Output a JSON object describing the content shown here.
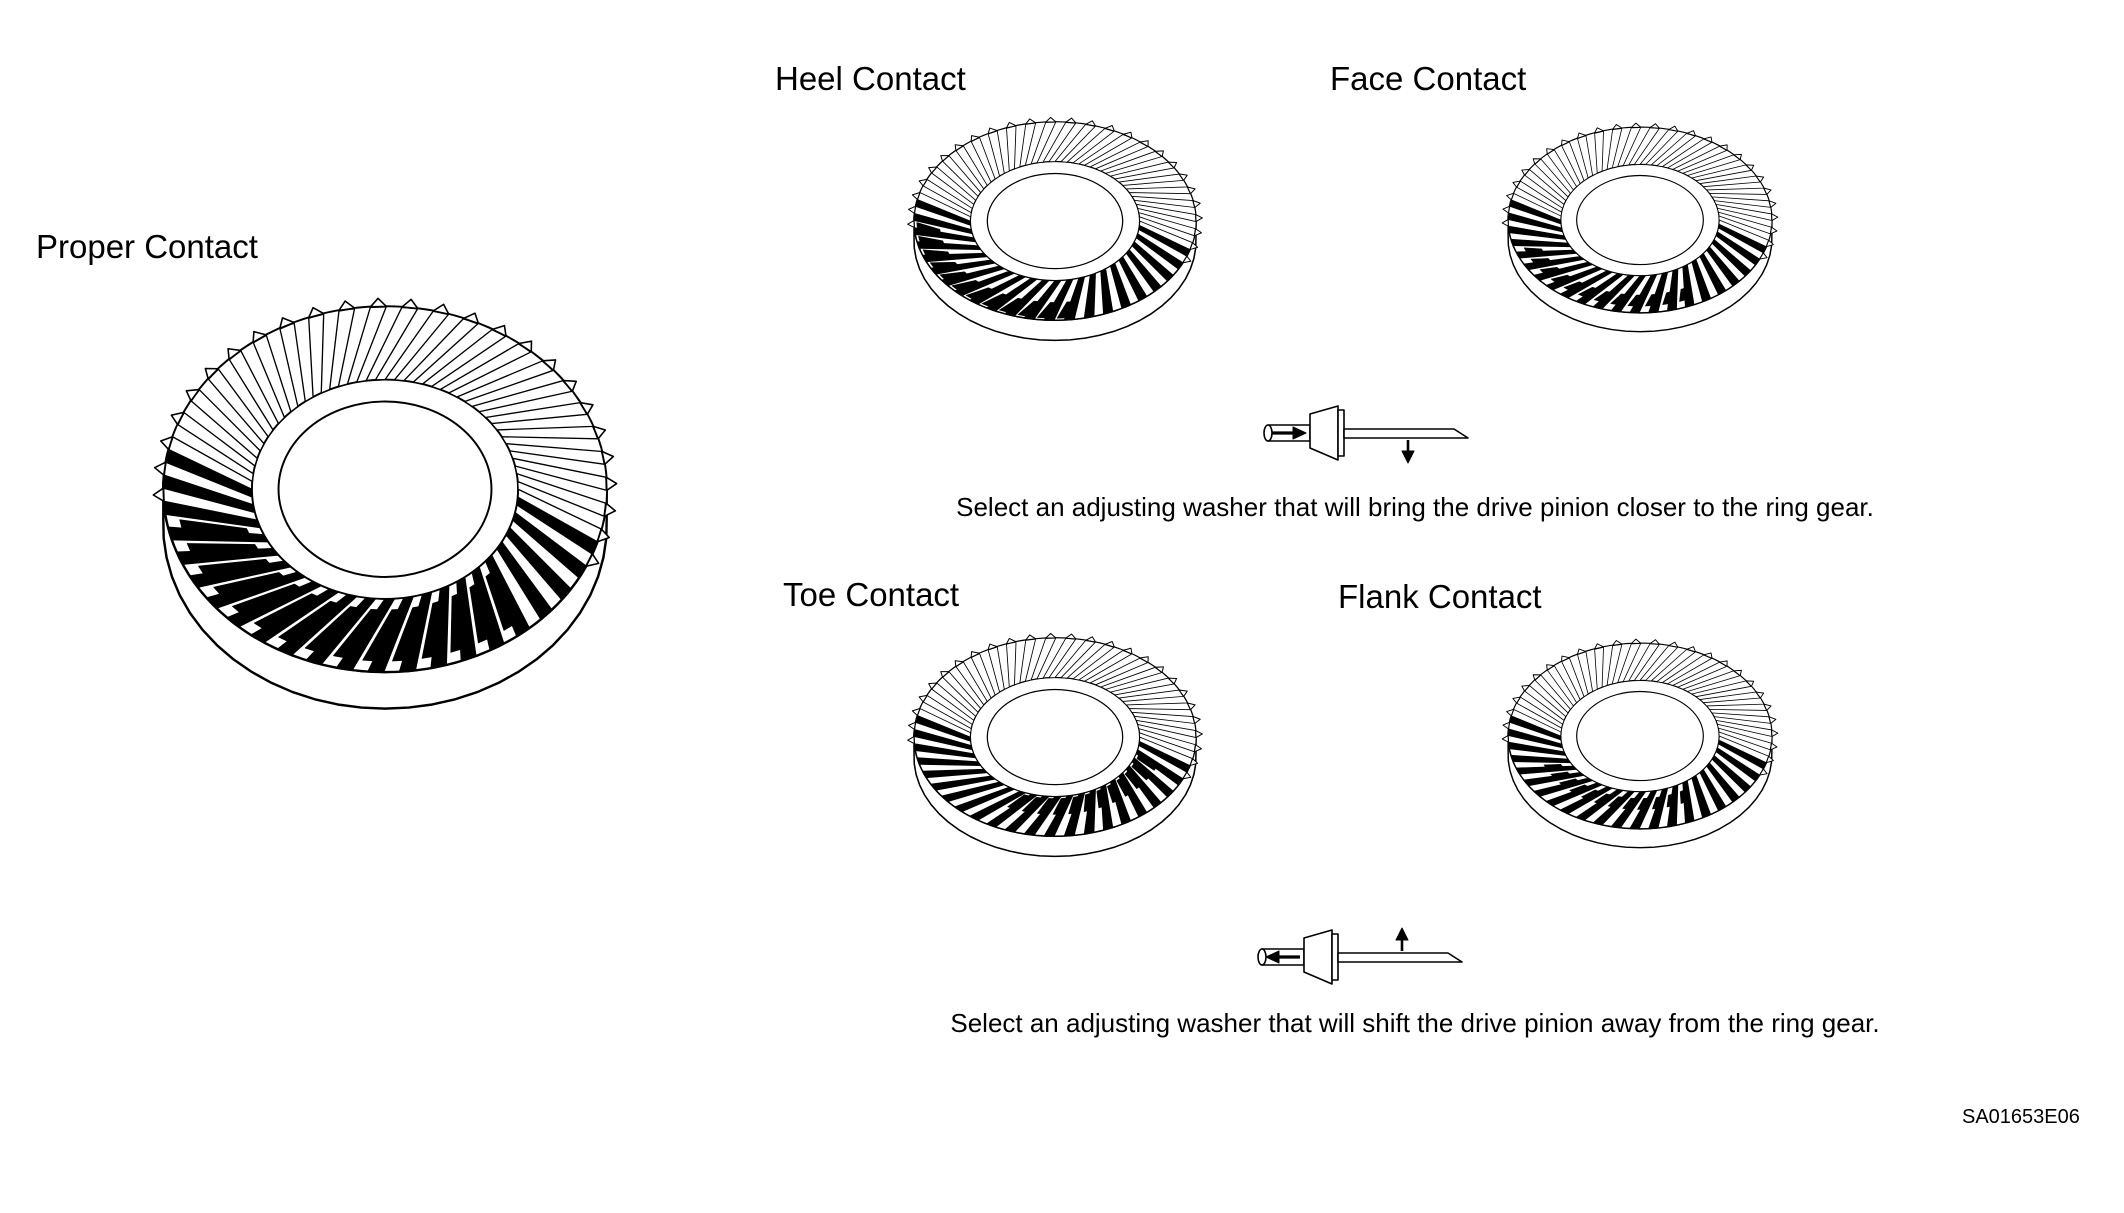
{
  "figure": {
    "reference_code": "SA01653E06",
    "colors": {
      "ink": "#000000",
      "paper": "#ffffff"
    },
    "panels": {
      "proper": {
        "label": "Proper Contact"
      },
      "heel": {
        "label": "Heel Contact"
      },
      "face": {
        "label": "Face Contact"
      },
      "toe": {
        "label": "Toe Contact"
      },
      "flank": {
        "label": "Flank Contact"
      }
    },
    "instructions": {
      "closer": "Select an adjusting washer that will bring the drive pinion closer to the ring gear.",
      "away": "Select an adjusting washer that will shift the drive pinion away from the ring gear."
    },
    "icons": {
      "pinion_closer": "drive-pinion-with-inward-and-down-arrows",
      "pinion_away": "drive-pinion-with-outward-and-up-arrows"
    }
  }
}
